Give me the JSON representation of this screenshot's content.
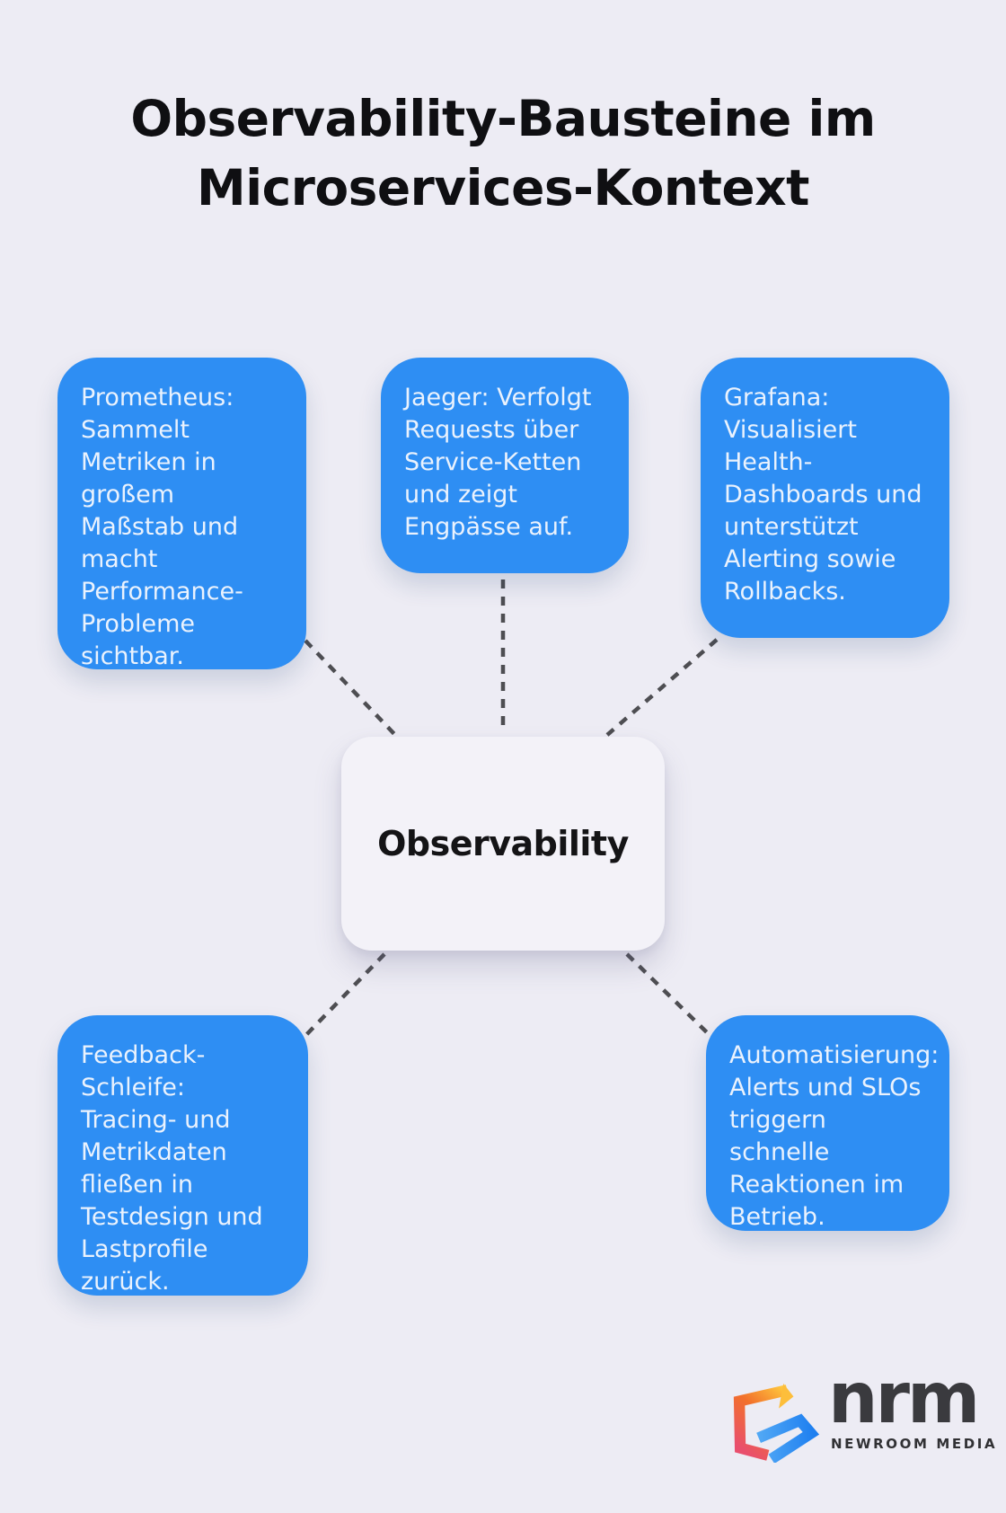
{
  "title": {
    "line1": "Observability-Bausteine im",
    "line2": "Microservices-Kontext"
  },
  "center_node": {
    "label": "Observability"
  },
  "nodes": [
    {
      "id": "prometheus",
      "text": "Prometheus: Sammelt Metriken in großem Maßstab und macht Performance-Probleme sichtbar."
    },
    {
      "id": "jaeger",
      "text": "Jaeger: Verfolgt Requests über Service-Ketten und zeigt Engpässe auf."
    },
    {
      "id": "grafana",
      "text": "Grafana: Visualisiert Health-Dashboards und unterstützt Alerting sowie Rollbacks."
    },
    {
      "id": "feedback",
      "text": "Feedback-Schleife: Tracing- und Metrikdaten fließen in Testdesign und Lastprofile zurück."
    },
    {
      "id": "automation",
      "text": "Automatisierung: Alerts und SLOs triggern schnelle Reaktionen im Betrieb."
    }
  ],
  "logo": {
    "brand": "nrm",
    "subtitle": "NEWROOM MEDIA",
    "mark_gradient": [
      "#FFC83D",
      "#F2702B",
      "#E94F6D",
      "#2E8EF3"
    ]
  },
  "colors": {
    "background": "#EDECF4",
    "node_blue": "#2E8EF3",
    "node_text": "#EAF2FD",
    "center_bg": "#F3F2F8",
    "center_text": "#141416",
    "connector": "#4E4E52",
    "title_text": "#0F0F12",
    "logo_text": "#3A3A3E"
  }
}
